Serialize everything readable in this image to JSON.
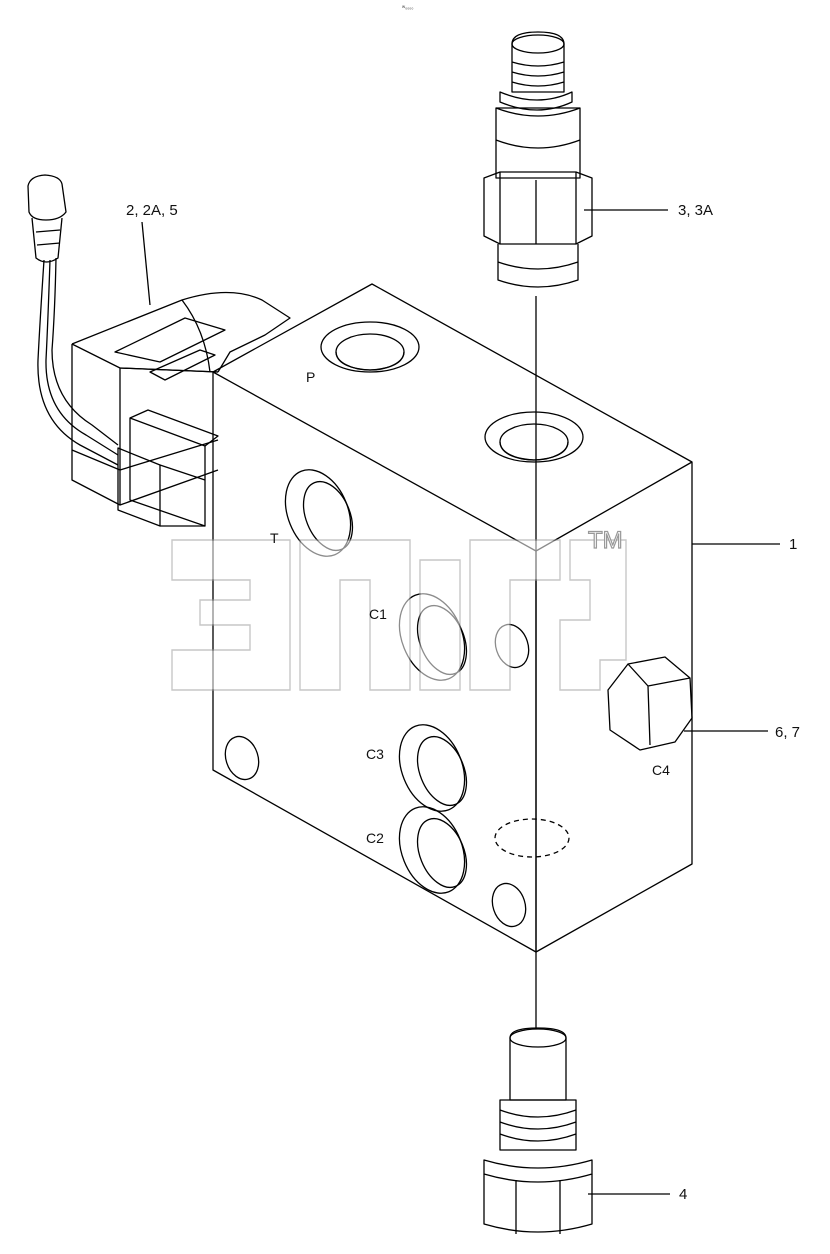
{
  "diagram": {
    "corner_mark": "ᵂ₀₀₀₀",
    "callouts": {
      "solenoid": "2, 2A, 5",
      "top_fitting": "3, 3A",
      "block": "1",
      "plug": "6, 7",
      "bottom_fitting": "4"
    },
    "ports": {
      "p": "P",
      "t": "T",
      "c1": "C1",
      "c2": "C2",
      "c3": "C3",
      "c4": "C4"
    },
    "watermark": {
      "trademark": "TM"
    }
  },
  "colors": {
    "line": "#000000",
    "background": "#ffffff",
    "watermark": "#9a9a9a"
  }
}
